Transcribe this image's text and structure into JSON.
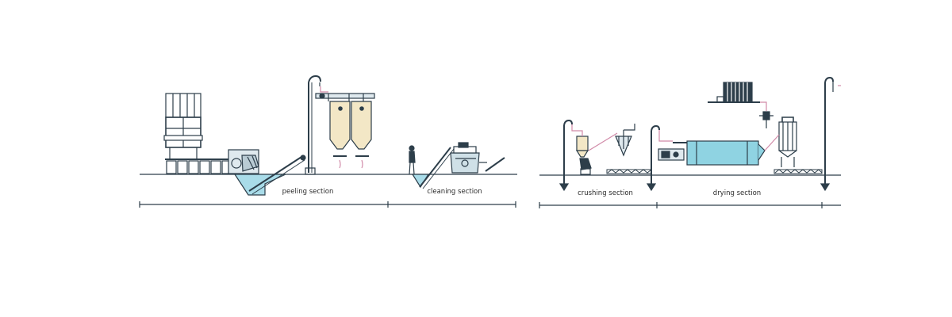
{
  "diagram": {
    "sections": [
      {
        "id": "peeling",
        "label": "peeling section"
      },
      {
        "id": "cleaning",
        "label": "cleaning section"
      },
      {
        "id": "crushing",
        "label": "crushing section"
      },
      {
        "id": "drying",
        "label": "drying section"
      }
    ],
    "colors": {
      "line": "#2d3e4a",
      "water_blue": "#a9dce9",
      "drum_blue": "#8fd3e2",
      "silo_cream": "#f3e7c6",
      "pipe_pink": "#d18aa8",
      "dark": "#1f2a33"
    },
    "equipment_icons": [
      "elevator-frame-icon",
      "conveyor-icon",
      "peeling-machine-icon",
      "screw-conveyor-icon",
      "bucket-elevator-icon",
      "storage-silo-icon",
      "operator-icon",
      "washing-machine-icon",
      "crusher-icon",
      "cyclone-icon",
      "rotary-dryer-icon",
      "bag-filter-icon",
      "fan-icon"
    ]
  }
}
